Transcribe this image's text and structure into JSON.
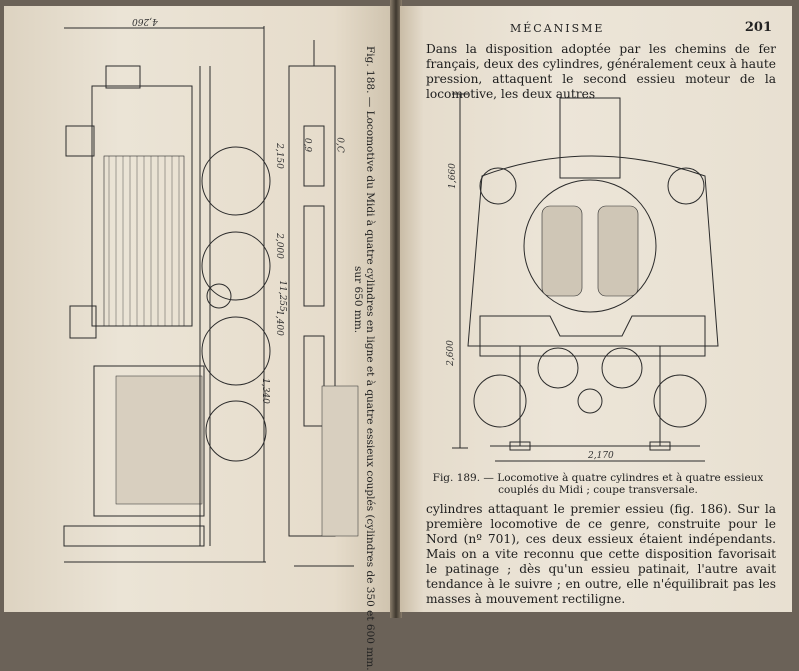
{
  "left_page": {
    "caption_line1": "Fig. 188. — Locomotive du Midi à quatre cylindres en ligne et à quatre essieux couplés (cylindres de 350 et 600 mm.",
    "caption_line2": "sur 650 mm.",
    "dims": {
      "top": "4,260",
      "d1": "2,150",
      "d2": "2,000",
      "d3": "11,255",
      "d4": "1,400",
      "d5": "1,340",
      "d6": "0,9",
      "d7": "0,C"
    }
  },
  "right_page": {
    "header": "MÉCANISME",
    "page_number": "201",
    "para1": "Dans la disposition adoptée par les chemins de fer français, deux des cylindres, généralement ceux à haute pression, attaquent le second essieu moteur de la locomotive, les deux autres",
    "figure_caption": "Fig. 189. — Locomotive à quatre cylindres et à quatre essieux couplés du Midi ; coupe transversale.",
    "dims": {
      "height1": "1,660",
      "height2": "2,600",
      "width": "2,170"
    },
    "para2": "cylindres attaquant le premier essieu (fig. 186). Sur la première locomotive de ce genre, construite pour le Nord (nº 701), ces deux essieux étaient indépendants. Mais on a vite reconnu que cette disposition favorisait le patinage ; dès qu'un essieu patinait, l'autre avait tendance à le suivre ; en outre, elle n'équilibrait pas les masses à mouvement rectiligne."
  }
}
